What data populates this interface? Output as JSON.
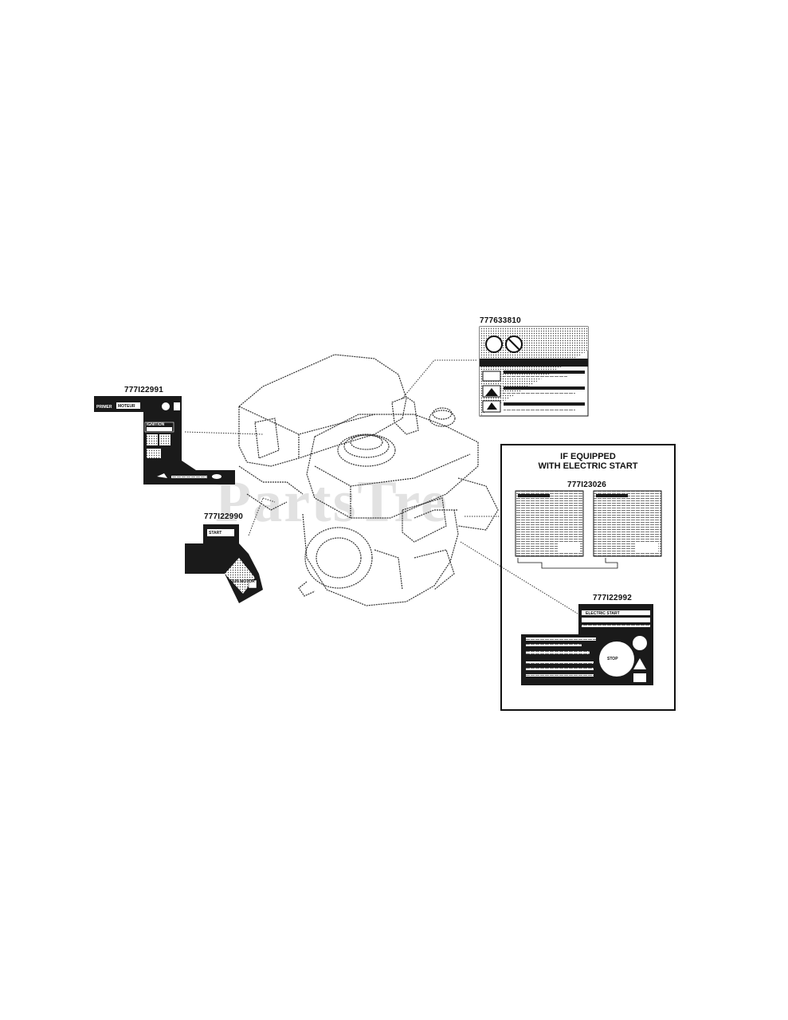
{
  "diagram": {
    "watermark": "PartsTre",
    "parts": {
      "p1": "777633810",
      "p2": "777I22991",
      "p3": "777I22990",
      "p4": "777I23026",
      "p5": "777I22992"
    },
    "box_title_line1": "IF EQUIPPED",
    "box_title_line2": "WITH ELECTRIC START",
    "decal_texts": {
      "choke_label": "MOTEUR",
      "choke_label_2": "PRIMER",
      "ignition": "IGNITION",
      "run_label": "RUN MOTOR",
      "start_label": "START",
      "electric_start": "ELECTRIC START",
      "stop_label": "STOP"
    }
  },
  "colors": {
    "ink": "#111111",
    "decal_fill": "#1a1a1a",
    "paper": "#ffffff"
  }
}
